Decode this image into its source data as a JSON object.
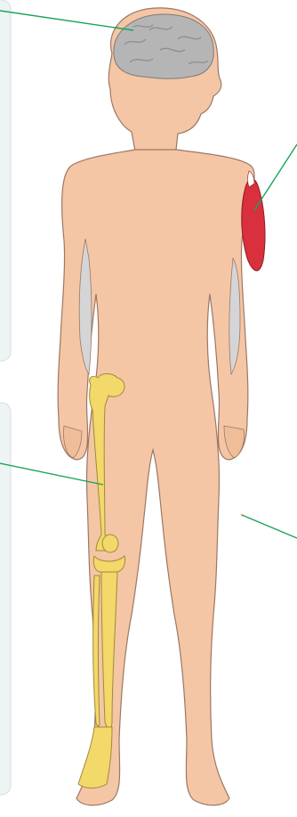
{
  "diagram": {
    "type": "anatomical-figure",
    "body_view": "front",
    "labels": [],
    "callouts": [
      {
        "id": "brain",
        "target": "brain",
        "color": "#1aa35a"
      },
      {
        "id": "biceps",
        "target": "upper-arm-muscle",
        "color": "#1aa35a"
      },
      {
        "id": "femur",
        "target": "leg-bones",
        "color": "#1aa35a"
      },
      {
        "id": "skin",
        "target": "skin",
        "color": "#1aa35a"
      }
    ],
    "colors": {
      "panel_background": "#eef3f4",
      "panel_border": "#d6dfe2",
      "skin": "#f5c6a5",
      "skin_outline": "#9a7864",
      "brain": "#b5b5b5",
      "muscle": "#d8303d",
      "bone": "#f3d86a",
      "bone_outline": "#9f8a3a",
      "shadow": "#d5d5d8",
      "leader_line": "#1aa35a"
    },
    "icons": [
      "brain-icon",
      "muscle-icon",
      "bone-icon",
      "skin-icon"
    ]
  }
}
